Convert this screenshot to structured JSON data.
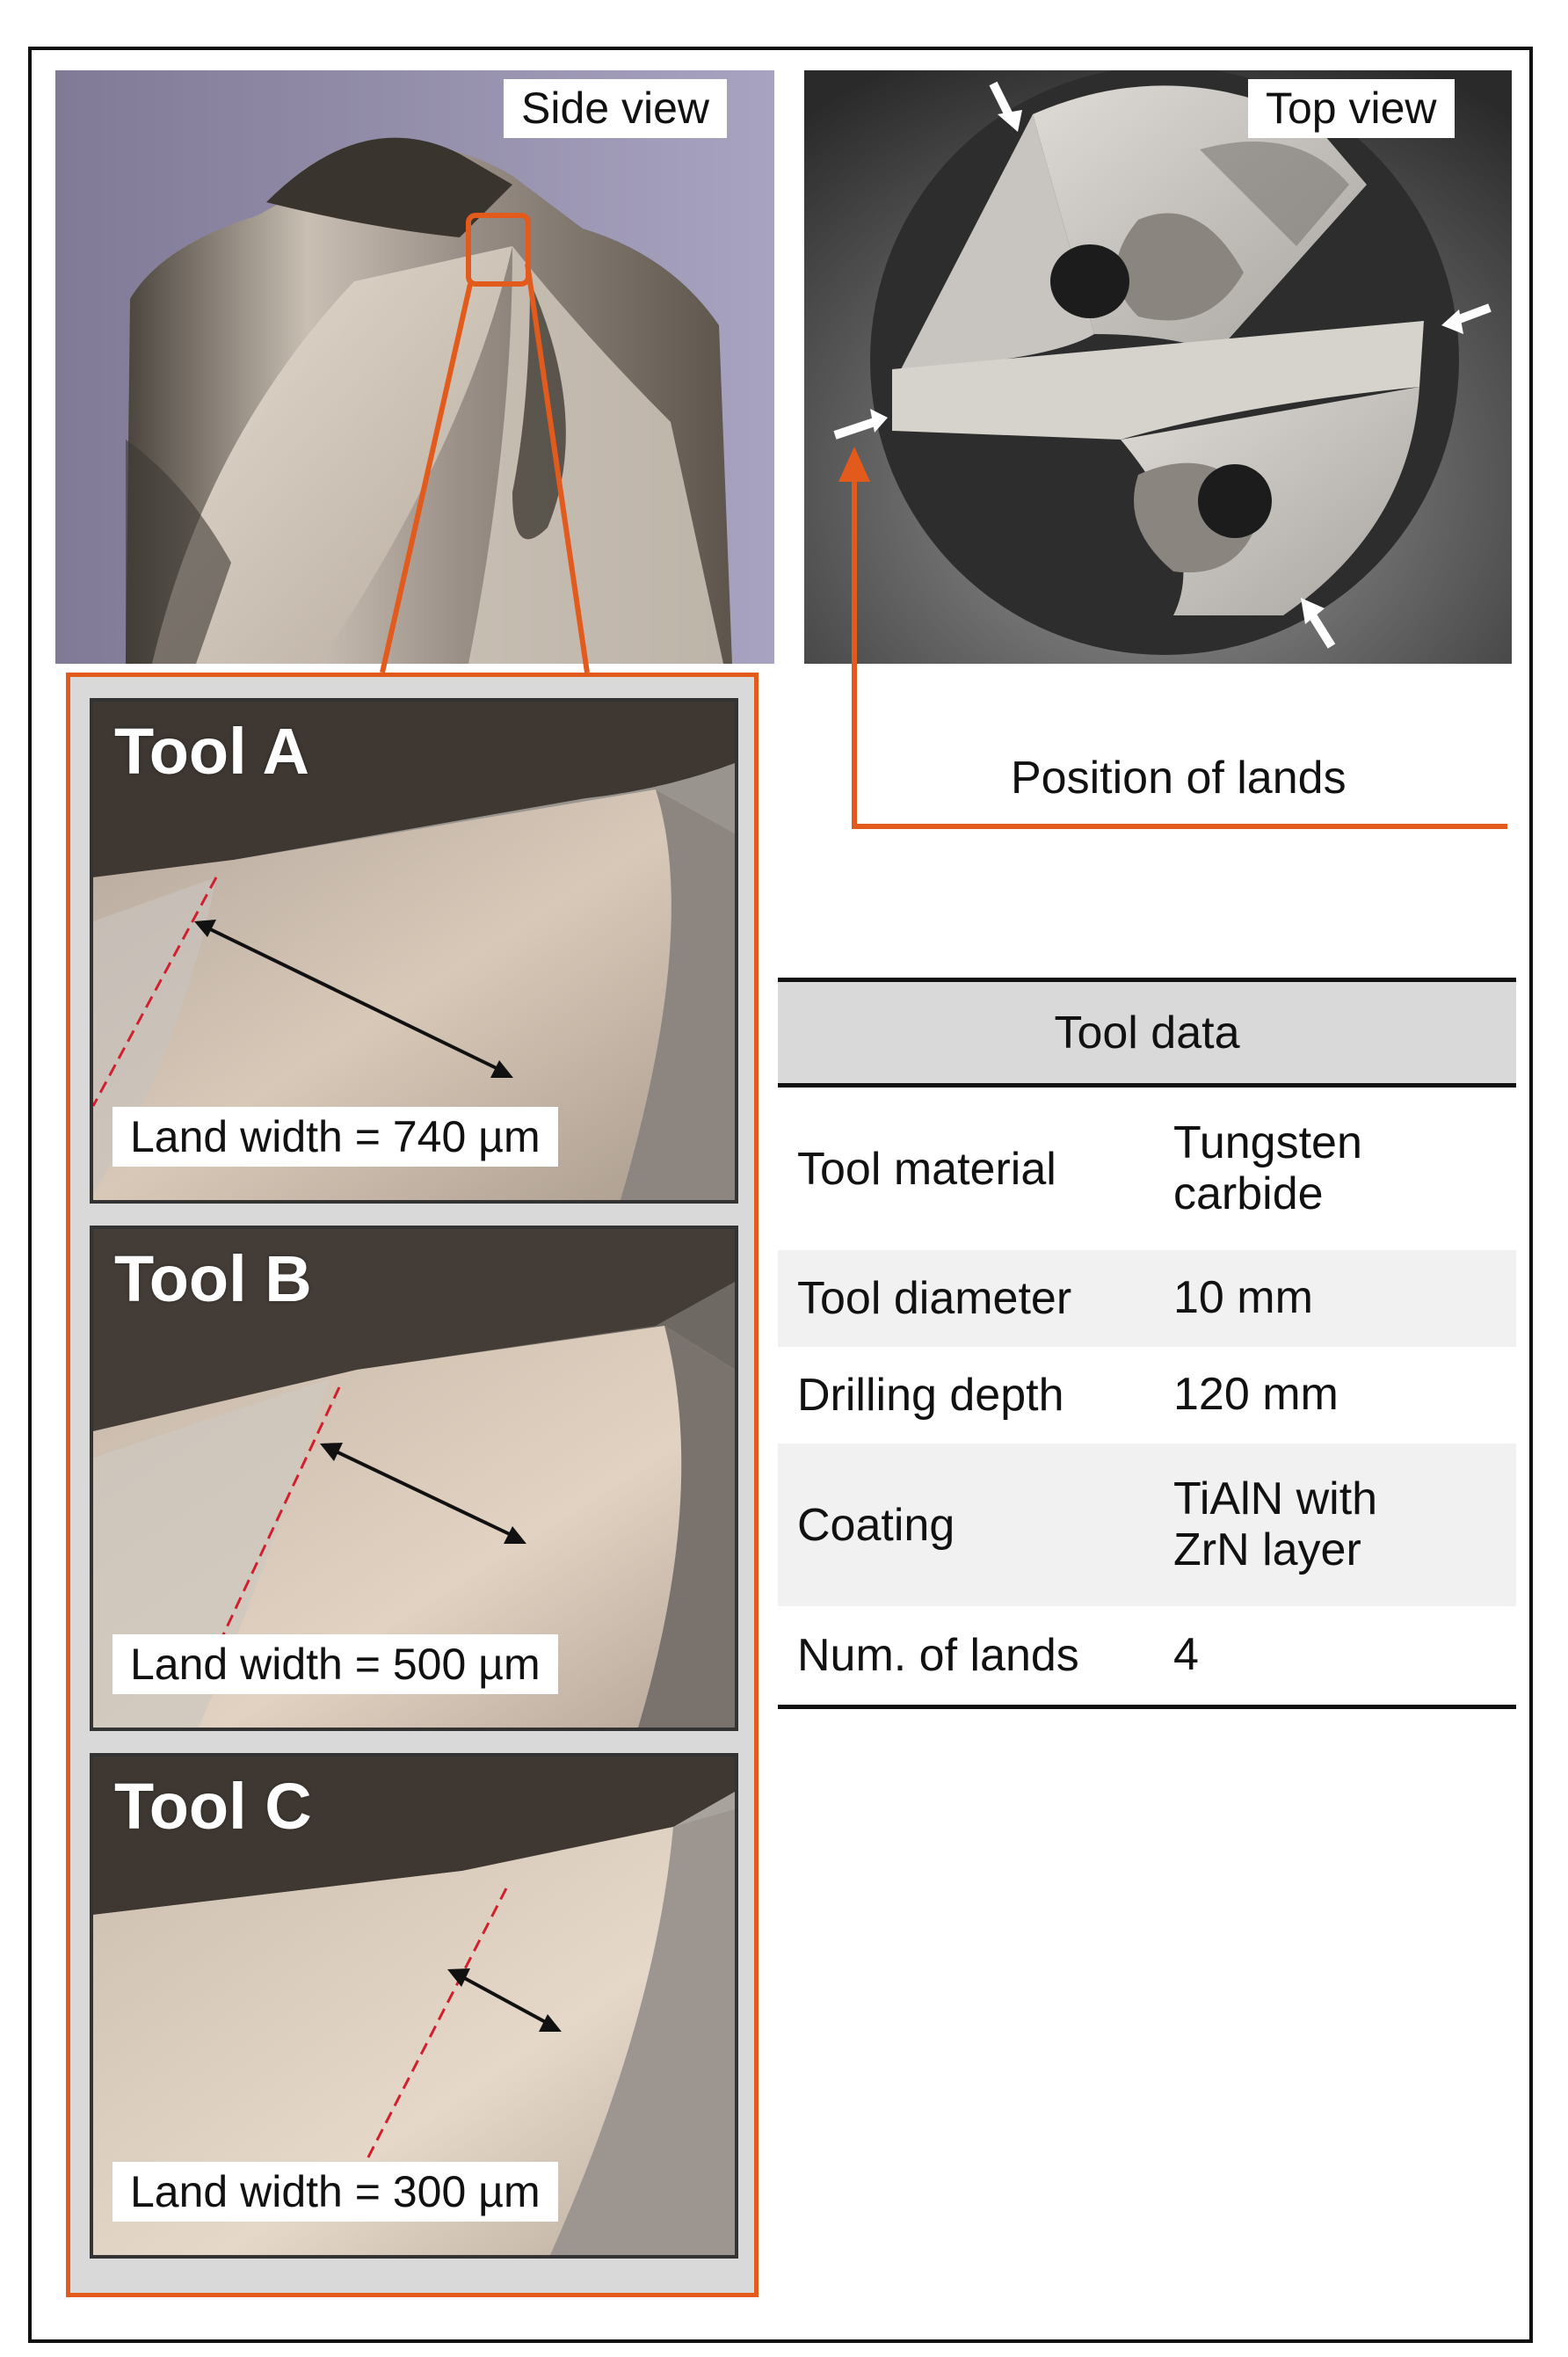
{
  "views": {
    "side_label": "Side view",
    "top_label": "Top view"
  },
  "annotation": {
    "lands_caption": "Position of lands"
  },
  "tools": [
    {
      "title": "Tool A",
      "land_label": "Land width = 740 µm"
    },
    {
      "title": "Tool B",
      "land_label": "Land width = 500 µm"
    },
    {
      "title": "Tool C",
      "land_label": "Land width = 300 µm"
    }
  ],
  "table": {
    "header": "Tool data",
    "rows": [
      {
        "key": "Tool material",
        "value": "Tungsten\ncarbide"
      },
      {
        "key": "Tool diameter",
        "value": "10 mm"
      },
      {
        "key": "Drilling depth",
        "value": "120 mm"
      },
      {
        "key": "Coating",
        "value": "TiAlN with\nZrN layer"
      },
      {
        "key": "Num. of lands",
        "value": "4"
      }
    ]
  },
  "colors": {
    "accent": "#e25a1c",
    "dashed_line": "#d0202e"
  }
}
